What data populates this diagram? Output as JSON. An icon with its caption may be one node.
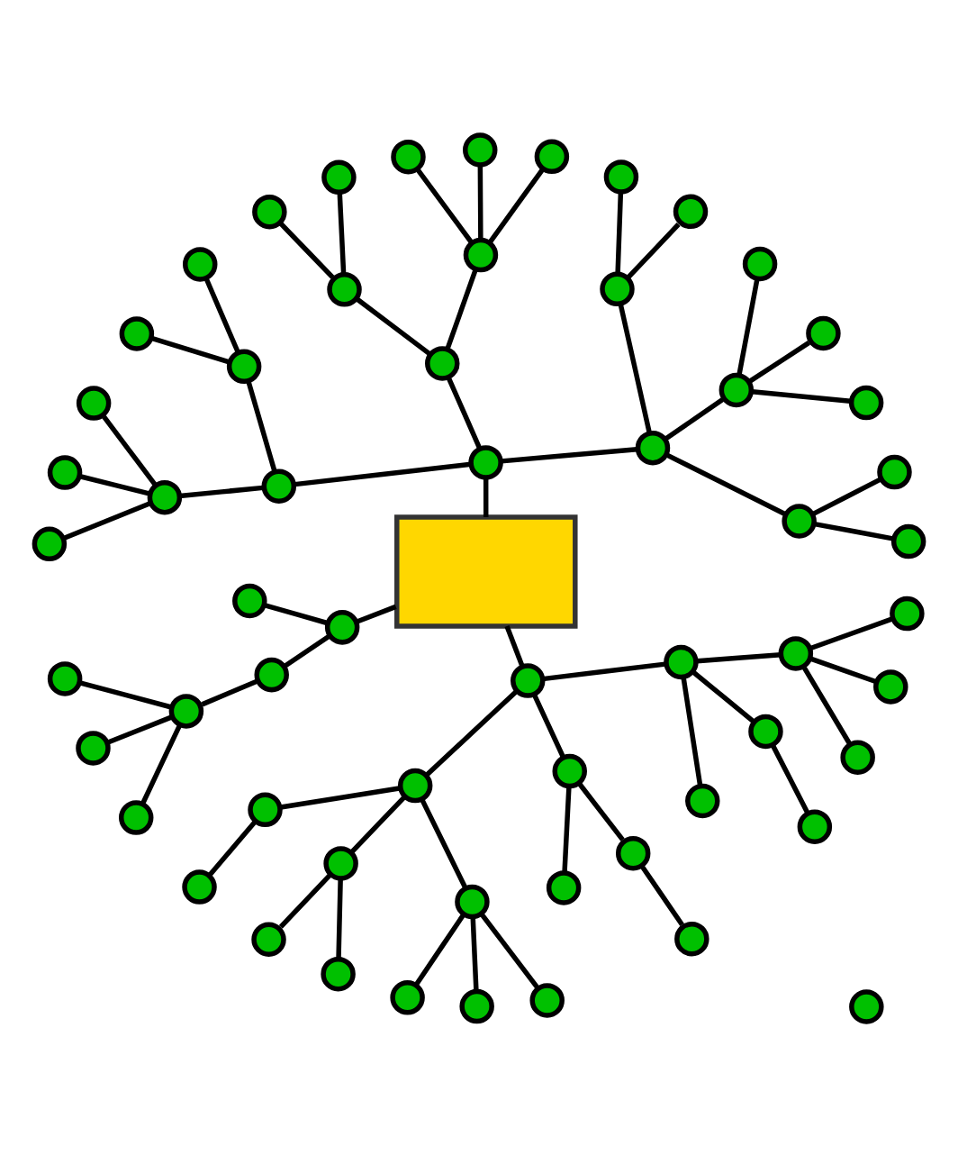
{
  "diagram": {
    "nodes": [
      {
        "text": [],
        "shape": "box"
      },
      {
        "text": [],
        "shape": "circle"
      },
      {
        "text": [],
        "shape": "circle"
      },
      {
        "text": [],
        "shape": "circle"
      },
      {
        "text": [],
        "shape": "circle"
      },
      {
        "text": [],
        "shape": "circle"
      },
      {
        "text": [],
        "shape": "circle"
      },
      {
        "text": [],
        "shape": "circle"
      },
      {
        "text": [],
        "shape": "circle"
      },
      {
        "text": [],
        "shape": "circle"
      },
      {
        "text": [],
        "shape": "circle"
      },
      {
        "text": [],
        "shape": "circle"
      },
      {
        "text": [],
        "shape": "circle"
      },
      {
        "text": [],
        "shape": "circle"
      },
      {
        "text": [],
        "shape": "circle"
      },
      {
        "text": [],
        "shape": "circle"
      },
      {
        "text": [],
        "shape": "circle"
      },
      {
        "text": [],
        "shape": "circle"
      },
      {
        "text": [],
        "shape": "circle"
      },
      {
        "text": [],
        "shape": "circle"
      },
      {
        "text": [],
        "shape": "circle"
      },
      {
        "text": [],
        "shape": "circle"
      },
      {
        "text": [],
        "shape": "circle"
      },
      {
        "text": [],
        "shape": "circle"
      },
      {
        "text": [],
        "shape": "circle"
      },
      {
        "text": [],
        "shape": "circle"
      },
      {
        "text": [],
        "shape": "circle"
      },
      {
        "text": [],
        "shape": "circle"
      },
      {
        "text": [],
        "shape": "circle"
      },
      {
        "text": [],
        "shape": "circle"
      },
      {
        "text": [],
        "shape": "circle"
      },
      {
        "text": [],
        "shape": "circle"
      },
      {
        "text": [],
        "shape": "circle"
      },
      {
        "text": [],
        "shape": "circle"
      },
      {
        "text": [],
        "shape": "circle"
      },
      {
        "text": [],
        "shape": "circle"
      },
      {
        "text": [],
        "shape": "circle"
      },
      {
        "text": [],
        "shape": "circle"
      },
      {
        "text": [],
        "shape": "circle"
      },
      {
        "text": [],
        "shape": "circle"
      },
      {
        "text": [],
        "shape": "circle"
      },
      {
        "text": [],
        "shape": "circle"
      },
      {
        "text": [],
        "shape": "circle"
      },
      {
        "text": [],
        "shape": "circle"
      },
      {
        "text": [],
        "shape": "circle"
      },
      {
        "text": [],
        "shape": "circle"
      },
      {
        "text": [],
        "shape": "circle"
      },
      {
        "text": [],
        "shape": "circle"
      },
      {
        "text": [],
        "shape": "circle"
      },
      {
        "text": [],
        "shape": "circle"
      },
      {
        "text": [],
        "shape": "circle"
      },
      {
        "text": [],
        "shape": "circle"
      },
      {
        "text": [],
        "shape": "circle"
      },
      {
        "text": [],
        "shape": "circle"
      },
      {
        "text": [],
        "shape": "circle"
      },
      {
        "text": [],
        "shape": "circle"
      },
      {
        "text": [],
        "shape": "circle"
      },
      {
        "text": [],
        "shape": "circle"
      },
      {
        "text": [],
        "shape": "circle"
      },
      {
        "text": [],
        "shape": "circle"
      }
    ],
    "edges": [
      {
        "from": 0,
        "to": 1,
        "arrow": "none"
      },
      {
        "from": 1,
        "to": 2,
        "arrow": "none"
      },
      {
        "from": 2,
        "to": 3,
        "arrow": "none"
      },
      {
        "from": 3,
        "to": 4,
        "arrow": "none"
      },
      {
        "from": 3,
        "to": 5,
        "arrow": "none"
      },
      {
        "from": 2,
        "to": 6,
        "arrow": "none"
      },
      {
        "from": 6,
        "to": 7,
        "arrow": "none"
      },
      {
        "from": 6,
        "to": 8,
        "arrow": "none"
      },
      {
        "from": 6,
        "to": 9,
        "arrow": "none"
      },
      {
        "from": 2,
        "to": 10,
        "arrow": "none"
      },
      {
        "from": 10,
        "to": 11,
        "arrow": "none"
      },
      {
        "from": 10,
        "to": 12,
        "arrow": "none"
      },
      {
        "from": 1,
        "to": 13,
        "arrow": "none"
      },
      {
        "from": 13,
        "to": 14,
        "arrow": "none"
      },
      {
        "from": 14,
        "to": 15,
        "arrow": "none"
      },
      {
        "from": 14,
        "to": 16,
        "arrow": "none"
      },
      {
        "from": 14,
        "to": 17,
        "arrow": "none"
      },
      {
        "from": 13,
        "to": 18,
        "arrow": "none"
      },
      {
        "from": 18,
        "to": 19,
        "arrow": "none"
      },
      {
        "from": 18,
        "to": 20,
        "arrow": "none"
      },
      {
        "from": 1,
        "to": 21,
        "arrow": "none"
      },
      {
        "from": 21,
        "to": 22,
        "arrow": "none"
      },
      {
        "from": 22,
        "to": 23,
        "arrow": "none"
      },
      {
        "from": 22,
        "to": 24,
        "arrow": "none"
      },
      {
        "from": 21,
        "to": 25,
        "arrow": "none"
      },
      {
        "from": 25,
        "to": 26,
        "arrow": "none"
      },
      {
        "from": 25,
        "to": 27,
        "arrow": "none"
      },
      {
        "from": 25,
        "to": 28,
        "arrow": "none"
      },
      {
        "from": 0,
        "to": 29,
        "arrow": "none"
      },
      {
        "from": 29,
        "to": 30,
        "arrow": "none"
      },
      {
        "from": 29,
        "to": 31,
        "arrow": "none"
      },
      {
        "from": 31,
        "to": 32,
        "arrow": "none"
      },
      {
        "from": 32,
        "to": 33,
        "arrow": "none"
      },
      {
        "from": 32,
        "to": 34,
        "arrow": "none"
      },
      {
        "from": 32,
        "to": 35,
        "arrow": "none"
      },
      {
        "from": 0,
        "to": 36,
        "arrow": "none"
      },
      {
        "from": 36,
        "to": 37,
        "arrow": "none"
      },
      {
        "from": 37,
        "to": 38,
        "arrow": "none"
      },
      {
        "from": 38,
        "to": 39,
        "arrow": "none"
      },
      {
        "from": 37,
        "to": 40,
        "arrow": "none"
      },
      {
        "from": 40,
        "to": 41,
        "arrow": "none"
      },
      {
        "from": 40,
        "to": 42,
        "arrow": "none"
      },
      {
        "from": 37,
        "to": 43,
        "arrow": "none"
      },
      {
        "from": 43,
        "to": 44,
        "arrow": "none"
      },
      {
        "from": 43,
        "to": 45,
        "arrow": "none"
      },
      {
        "from": 43,
        "to": 46,
        "arrow": "none"
      },
      {
        "from": 36,
        "to": 47,
        "arrow": "none"
      },
      {
        "from": 47,
        "to": 48,
        "arrow": "none"
      },
      {
        "from": 47,
        "to": 49,
        "arrow": "none"
      },
      {
        "from": 49,
        "to": 50,
        "arrow": "none"
      },
      {
        "from": 36,
        "to": 51,
        "arrow": "none"
      },
      {
        "from": 51,
        "to": 52,
        "arrow": "none"
      },
      {
        "from": 51,
        "to": 53,
        "arrow": "none"
      },
      {
        "from": 53,
        "to": 54,
        "arrow": "none"
      },
      {
        "from": 51,
        "to": 55,
        "arrow": "none"
      },
      {
        "from": 55,
        "to": 56,
        "arrow": "none"
      },
      {
        "from": 55,
        "to": 57,
        "arrow": "none"
      },
      {
        "from": 55,
        "to": 58,
        "arrow": "none"
      }
    ]
  }
}
